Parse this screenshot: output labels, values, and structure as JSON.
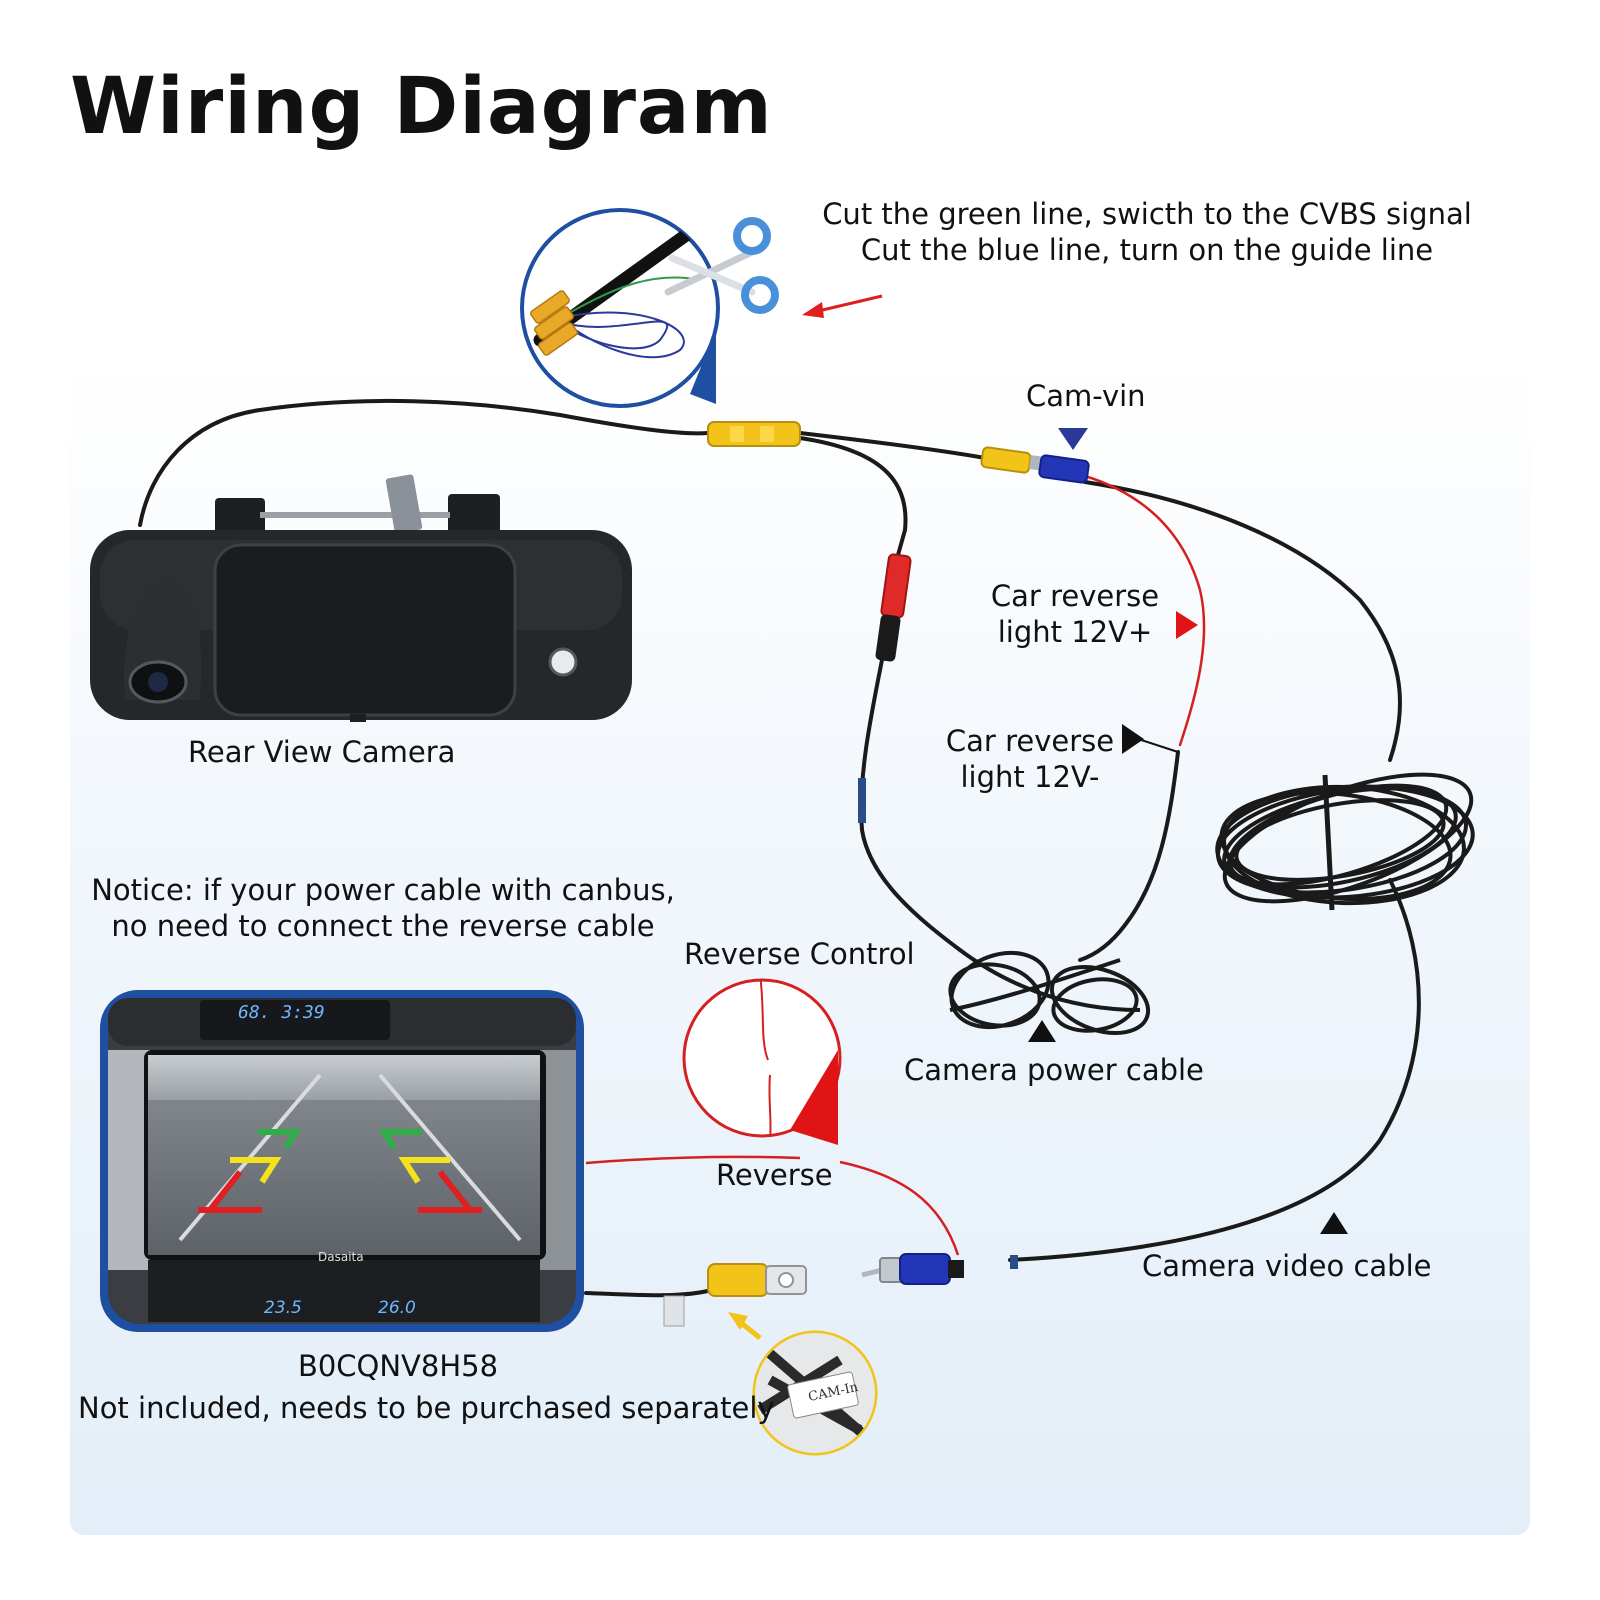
{
  "title": "Wiring Diagram",
  "cut_instruction": {
    "line1": "Cut the green line, swicth to the CVBS signal",
    "line2": "Cut the blue line, turn on the guide line"
  },
  "labels": {
    "cam_vin": "Cam-vin",
    "reverse_plus_line1": "Car reverse",
    "reverse_plus_line2": "light 12V+",
    "reverse_minus_line1": "Car reverse",
    "reverse_minus_line2": "light 12V-",
    "rear_view_camera": "Rear View Camera",
    "notice_line1": "Notice: if your power cable with canbus,",
    "notice_line2": "no need to connect the reverse cable",
    "reverse_control": "Reverse Control",
    "camera_power_cable": "Camera power cable",
    "reverse": "Reverse",
    "camera_video_cable": "Camera video cable",
    "product_code": "B0CQNV8H58",
    "not_included": "Not included, needs to be purchased separately"
  },
  "head_unit": {
    "top_display": "68. 3:39",
    "brand": "Dasaita",
    "temp_left": "23.5",
    "temp_right": "26.0"
  },
  "cam_in_tag": "CAM-In",
  "colors": {
    "cable": "#1a1a1a",
    "red_wire": "#d42020",
    "rca_yellow": "#f2c318",
    "rca_blue": "#2436b8",
    "frame_blue": "#1e4fa0",
    "green_guide": "#2e9a4a",
    "yellow_guide": "#f4e21a",
    "red_guide": "#e02020"
  },
  "icons": [
    "scissors-icon",
    "arrow-icon",
    "triangle-marker-icon"
  ]
}
